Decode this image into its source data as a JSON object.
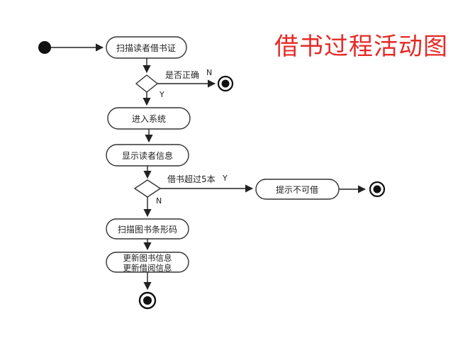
{
  "title": "借书过程活动图",
  "nodes": {
    "scan_card": "扫描读者借书证",
    "enter_system": "进入系统",
    "show_reader_info": "显示读者信息",
    "notify_cannot_borrow": "提示不可借",
    "scan_barcode": "扫描图书条形码",
    "update_line1": "更新图书信息",
    "update_line2": "更新借阅信息"
  },
  "decisions": {
    "is_correct": "是否正确",
    "over_limit": "借书超过5本"
  },
  "guards": {
    "correct_no": "N",
    "correct_yes": "Y",
    "over_yes": "Y",
    "over_no": "N"
  },
  "colors": {
    "title": "#e52a27",
    "stroke": "#333333"
  }
}
